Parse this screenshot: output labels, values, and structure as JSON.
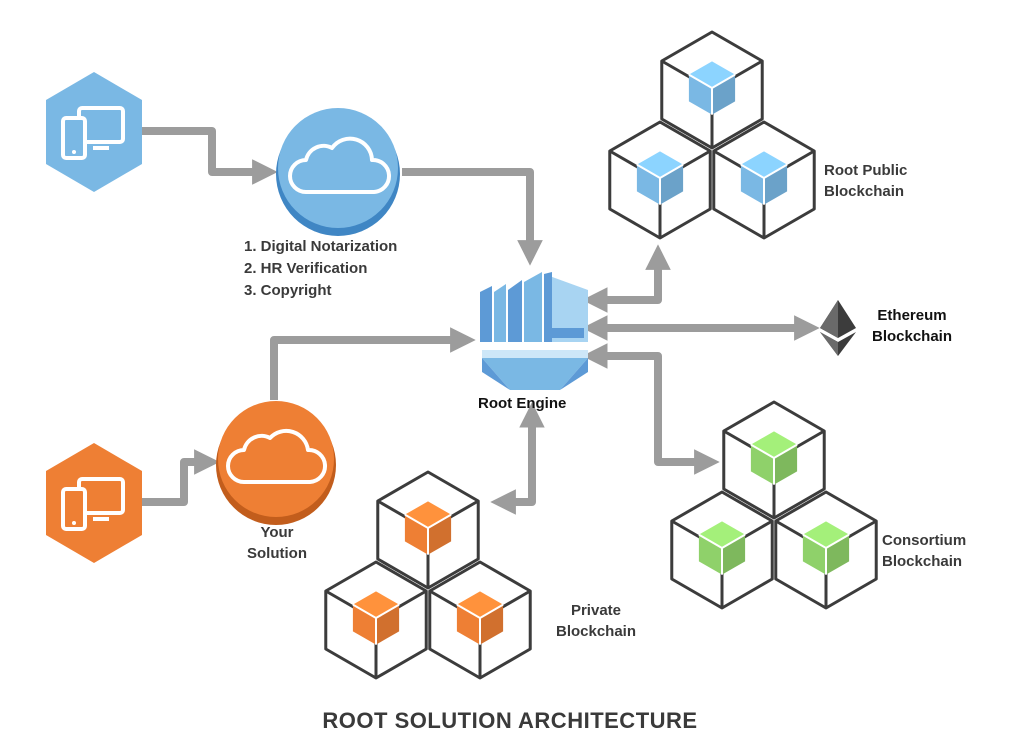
{
  "title": "ROOT SOLUTION ARCHITECTURE",
  "services": [
    "1. Digital Notarization",
    "2. HR Verification",
    "3. Copyright"
  ],
  "nodes": {
    "root_engine": "Root Engine",
    "your_solution": [
      "Your",
      "Solution"
    ],
    "root_public": [
      "Root Public",
      "Blockchain"
    ],
    "ethereum": [
      "Ethereum",
      "Blockchain"
    ],
    "consortium": [
      "Consortium",
      "Blockchain"
    ],
    "private": [
      "Private",
      "Blockchain"
    ]
  },
  "colors": {
    "blue": "#7ab8e4",
    "orange": "#ee7f34",
    "green": "#8fd16a",
    "arrow": "#9c9c9c",
    "outline": "#3c3c3c"
  },
  "icons": [
    "devices-icon",
    "cloud-icon",
    "database-engine-icon",
    "cube-cluster-icon",
    "ethereum-icon"
  ]
}
